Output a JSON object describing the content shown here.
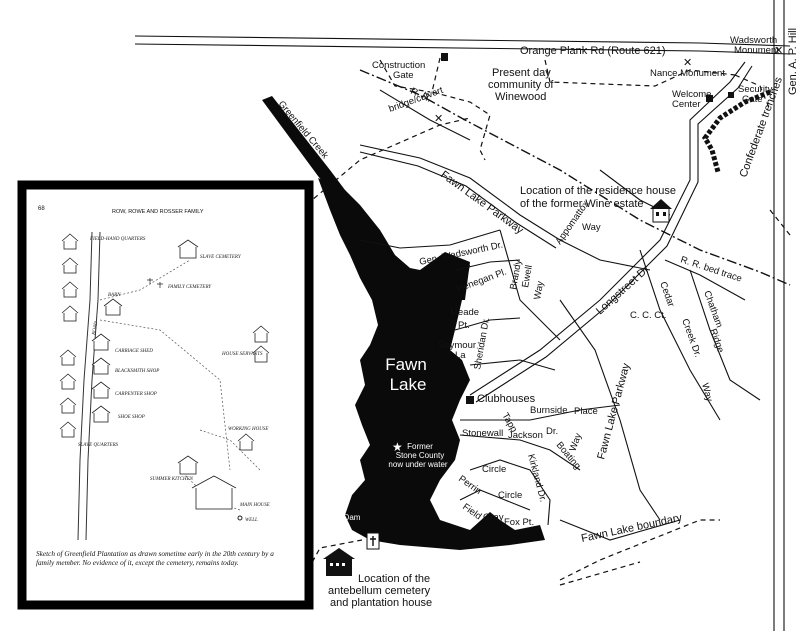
{
  "map": {
    "roads": {
      "orange_plank": "Orange Plank Rd (Route 621)",
      "gen_ap_hill": "Gen. A. P. Hill",
      "fawn_lake_parkway": "Fawn Lake Parkway",
      "fawn_lake_parkway_2": "Fawn Lake Parkway",
      "gen_wadsworth": "Gen. Wadsworth Dr.",
      "appomattox": "Appomattox",
      "way_appomattox": "Way",
      "longstreet": "Longstreet Dr",
      "rr_bed_trace": "R. R. bed trace",
      "cedar": "Cedar",
      "creek_dr": "Creek Dr.",
      "ccct": "C. C. Ct.",
      "chatham": "Chatham",
      "ridge": "Ridge",
      "way_ridge": "Way",
      "henegan": "Henegan Pl.",
      "brandy": "Brandy",
      "ewell": "Ewell",
      "way_ewell": "Way",
      "meade": "Meade",
      "pt_meade": "Pt.",
      "seymour": "Seymour",
      "la_seymour": "La",
      "sheridan": "Sheridan Dr.",
      "burnside": "Burnside",
      "place": "Place",
      "tapp": "Tapp",
      "stonewall": "Stonewall",
      "jackson": "Jackson",
      "dr_jackson": "Dr.",
      "boating": "Boating",
      "way_boating": "Way",
      "circle_1": "Circle",
      "perrin": "Perrin",
      "circle_2": "Circle",
      "kirkland": "Kirkland Dr.",
      "field": "Field",
      "gray": "Gray",
      "fox_pt": "Fox Pt.",
      "greenfield_creek": "Greenfield Creek",
      "rr": "R. R.",
      "bridge_culvert": "bridge/culvert",
      "confederate_trenches": "Confederate trenches",
      "fawn_lake_boundary": "Fawn Lake boundary"
    },
    "places": {
      "wadsworth_monument_1": "Wadsworth",
      "wadsworth_monument_2": "Monument",
      "construction_gate_1": "Construction",
      "construction_gate_2": "Gate",
      "winewood_1": "Present day",
      "winewood_2": "community of",
      "winewood_3": "Winewood",
      "nance_monument": "Nance  Monument",
      "welcome_center_1": "Welcome",
      "welcome_center_2": "Center",
      "security_gate_1": "Security",
      "security_gate_2": "Gate",
      "residence_1": "Location of the residence house",
      "residence_2": "of the former Wine estate",
      "clubhouses": "Clubhouses",
      "lake_1": "Fawn",
      "lake_2": "Lake",
      "burial_1": "Former",
      "burial_2": "Stone County",
      "burial_3": "now under water",
      "dam": "Dam",
      "cemetery_1": "Location of the",
      "cemetery_2": "antebellum cemetery",
      "cemetery_3": "and plantation house"
    }
  },
  "inset": {
    "page_number": "68",
    "page_header": "ROW, ROWE AND ROSSER FAMILY",
    "labels": {
      "field_hand_quarters": "FIELD-HAND QUARTERS",
      "slave_cemetery": "SLAVE CEMETERY",
      "barn": "BARN",
      "family_cemetery": "FAMILY CEMETERY",
      "carriage_shed": "CARRIAGE SHED",
      "house_servants": "HOUSE SERVANTS",
      "blacksmith_shop": "BLACKSMITH SHOP",
      "carpenter_shop": "CARPENTER SHOP",
      "shoe_shop": "SHOE SHOP",
      "working_house": "WORKING HOUSE",
      "slave_quarters": "SLAVE QUARTERS",
      "summer_kitchen": "SUMMER KITCHEN",
      "main_house": "MAIN HOUSE",
      "well": "WELL",
      "road": "ROAD"
    },
    "caption": "Sketch of Greenfield Plantation as drawn sometime early in the 20th century by a family member. No evidence of it, except the cemetery, remains today."
  }
}
